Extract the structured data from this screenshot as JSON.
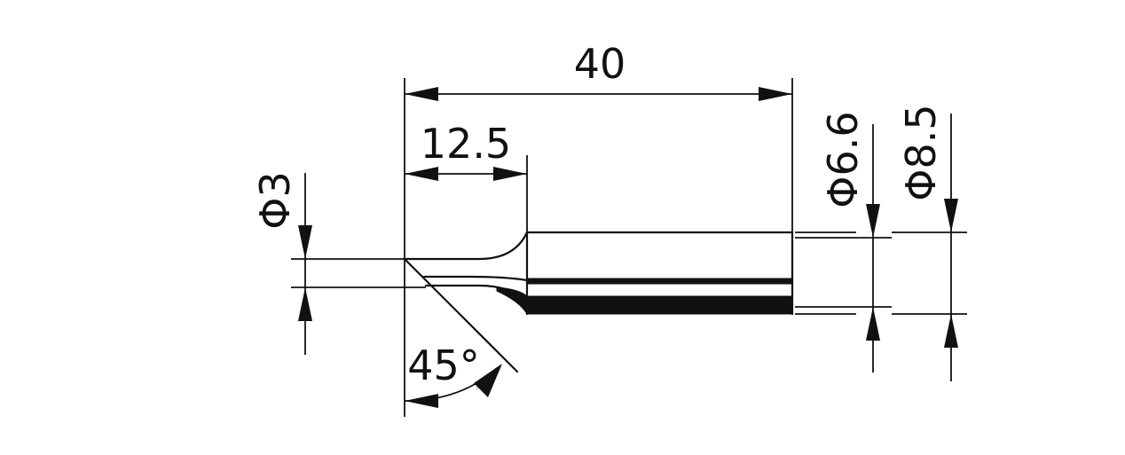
{
  "dimensions": {
    "total_length": "40",
    "tip_length": "12.5",
    "tip_diameter": "Φ3",
    "inner_diameter": "Φ6.6",
    "outer_diameter": "Φ8.5",
    "angle": "45°"
  }
}
